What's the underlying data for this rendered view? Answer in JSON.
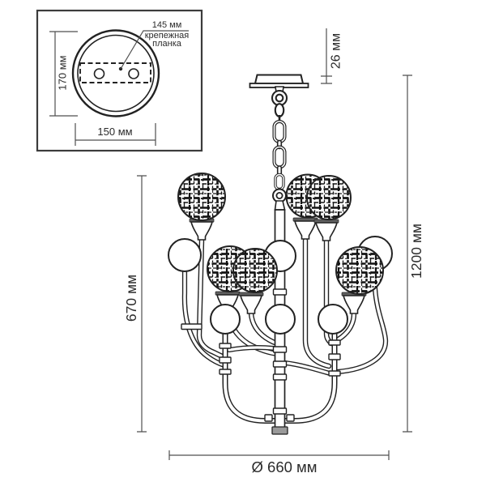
{
  "inset": {
    "dim_bracket": "145 мм",
    "label_line1": "крепежная",
    "label_line2": "планка",
    "dim_height": "170 мм",
    "dim_width": "150 мм"
  },
  "dimensions": {
    "canopy": "26 мм",
    "overall_height": "1200 мм",
    "body_height": "670 мм",
    "diameter": "Ø 660 мм"
  },
  "colors": {
    "line": "#222222",
    "dim": "#4f4f4f",
    "text": "#2b2b2b",
    "collar": "#606060",
    "cap": "#9a9a9a",
    "inset_border": "#3c3c3c",
    "bg": "#ffffff"
  }
}
